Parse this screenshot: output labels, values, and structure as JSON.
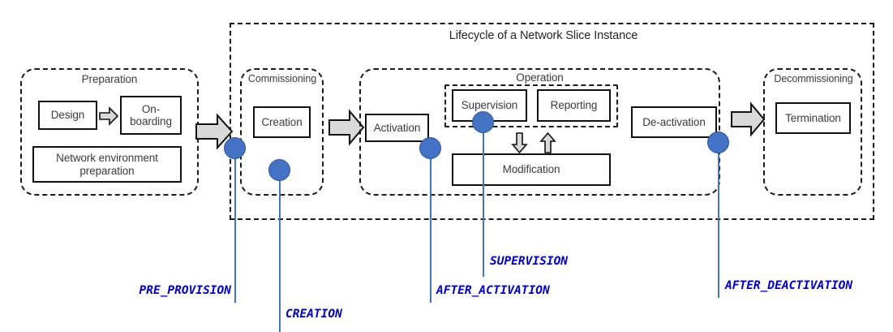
{
  "diagram": {
    "title": "Lifecycle of a Network Slice Instance",
    "phases": [
      {
        "id": "preparation",
        "caption": "Preparation",
        "tasks": [
          "Design",
          "On-boarding",
          "Network environment preparation"
        ]
      },
      {
        "id": "commissioning",
        "caption": "Commissioning",
        "tasks": [
          "Creation"
        ]
      },
      {
        "id": "operation",
        "caption": "Operation",
        "tasks": [
          "Activation",
          "Supervision",
          "Reporting",
          "Modification",
          "De-activation"
        ]
      },
      {
        "id": "decommissioning",
        "caption": "Decommissioning",
        "tasks": [
          "Termination"
        ]
      }
    ],
    "tasks": {
      "design": "Design",
      "onboarding": "On-boarding",
      "network_env_prep": "Network environment preparation",
      "creation": "Creation",
      "activation": "Activation",
      "supervision": "Supervision",
      "reporting": "Reporting",
      "modification": "Modification",
      "deactivation": "De-activation",
      "termination": "Termination"
    },
    "markers": [
      {
        "id": "pre_provision",
        "label": "PRE_PROVISION",
        "anchor": "commissioning-left-edge"
      },
      {
        "id": "creation",
        "label": "CREATION",
        "anchor": "creation-task"
      },
      {
        "id": "after_activation",
        "label": "AFTER_ACTIVATION",
        "anchor": "activation-task"
      },
      {
        "id": "supervision",
        "label": "SUPERVISION",
        "anchor": "supervision-task"
      },
      {
        "id": "after_deactivation",
        "label": "AFTER_DEACTIVATION",
        "anchor": "deactivation-task"
      }
    ],
    "icons": {
      "stage_arrow": "right-block-arrow-icon",
      "down_arrow": "down-block-arrow-icon",
      "up_arrow": "up-block-arrow-icon",
      "marker": "blue-circle-marker-icon"
    },
    "colors": {
      "marker_blue": "#4472C4",
      "marker_blue_stroke": "#2F5597",
      "label_blue": "#0000CC",
      "arrow_grey": "#D9D9D9",
      "outline": "#111111",
      "text_grey": "#3B3B3B"
    }
  }
}
